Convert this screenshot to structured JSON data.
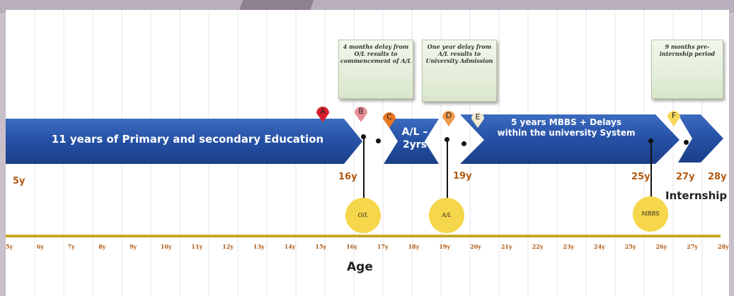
{
  "arrows": {
    "primary": "11 years of Primary and secondary Education",
    "al": "A/L –\n2yrs",
    "mbbs": "5 years MBBS + Delays within the university System"
  },
  "pins": [
    "A",
    "B",
    "C",
    "D",
    "E",
    "F"
  ],
  "notes": {
    "ol_delay": "4 months delay from O/L results to commencement of A/L",
    "al_delay": "One year delay from A/L results to University Admission",
    "pre_intern": "9 months pre-internship period"
  },
  "age_markers": {
    "start": "5y",
    "ol": "16y",
    "al": "19y",
    "mbbs": "25y",
    "intern": "27y",
    "end": "28y",
    "internship": "Internship"
  },
  "exams": {
    "ol": "O/L",
    "al": "A/L",
    "mbbs": "MBBS"
  },
  "axis": {
    "title": "Age",
    "ticks": [
      "5y",
      "6y",
      "7y",
      "8y",
      "9y",
      "10y",
      "11y",
      "12y",
      "13y",
      "14y",
      "15y",
      "16y",
      "17y",
      "18y",
      "19y",
      "20y",
      "21y",
      "22y",
      "23y",
      "24y",
      "25y",
      "26y",
      "27y",
      "28y"
    ]
  },
  "colors": {
    "arrow": "#2a55a8",
    "age_text": "#b05a14",
    "exam_circle": "#f6d64a",
    "axis": "#c9a828"
  }
}
